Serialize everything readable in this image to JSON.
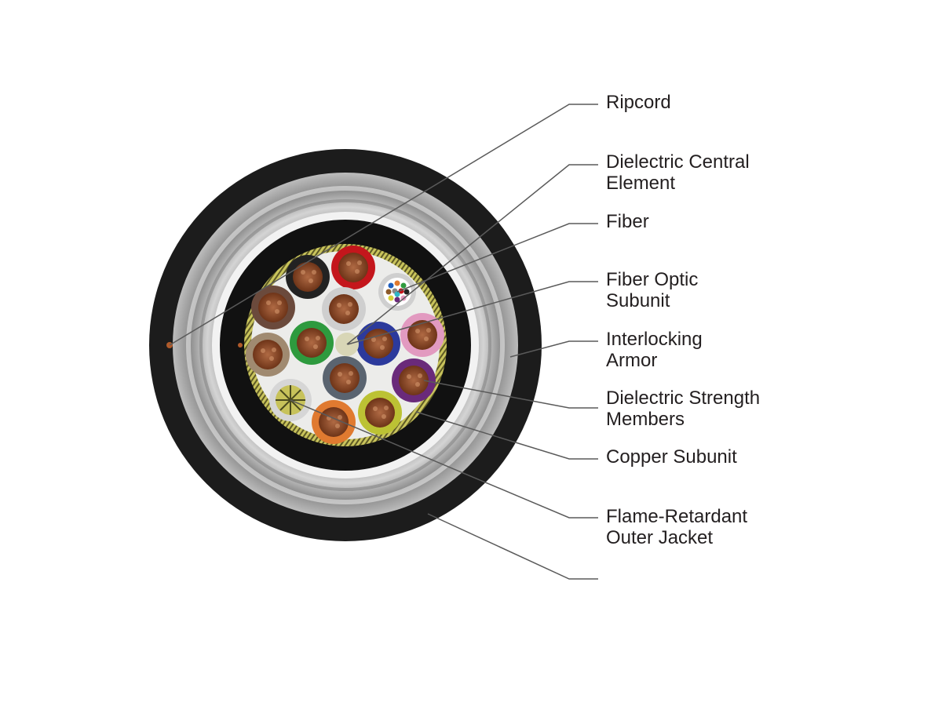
{
  "labels": [
    {
      "id": "ripcord",
      "lines": [
        "Ripcord"
      ]
    },
    {
      "id": "central-element",
      "lines": [
        "Dielectric Central",
        "Element"
      ]
    },
    {
      "id": "fiber",
      "lines": [
        "Fiber"
      ]
    },
    {
      "id": "fiber-subunit",
      "lines": [
        "Fiber Optic",
        "Subunit"
      ]
    },
    {
      "id": "armor",
      "lines": [
        "Interlocking",
        "Armor"
      ]
    },
    {
      "id": "strength-members",
      "lines": [
        "Dielectric Strength",
        "Members"
      ]
    },
    {
      "id": "copper-subunit",
      "lines": [
        "Copper Subunit"
      ]
    },
    {
      "id": "outer-jacket",
      "lines": [
        "Flame-Retardant",
        "Outer Jacket"
      ]
    }
  ],
  "colors": {
    "outer_jacket": "#1c1c1c",
    "armor": "#b8b8b8",
    "inner_jacket": "#111111",
    "strength_yarn": "#c7c25a",
    "copper": "#8a4a2a",
    "leader_line": "#555555",
    "text": "#231f20"
  },
  "subunit_jackets": [
    "#222222",
    "#c4161c",
    "#6b4a3c",
    "#cfcfcf",
    "#a08a70",
    "#2e9a3e",
    "#2c3a9c",
    "#e29ac0",
    "#5a6470",
    "#6a2a7a",
    "#e07a30",
    "#bcc234"
  ]
}
